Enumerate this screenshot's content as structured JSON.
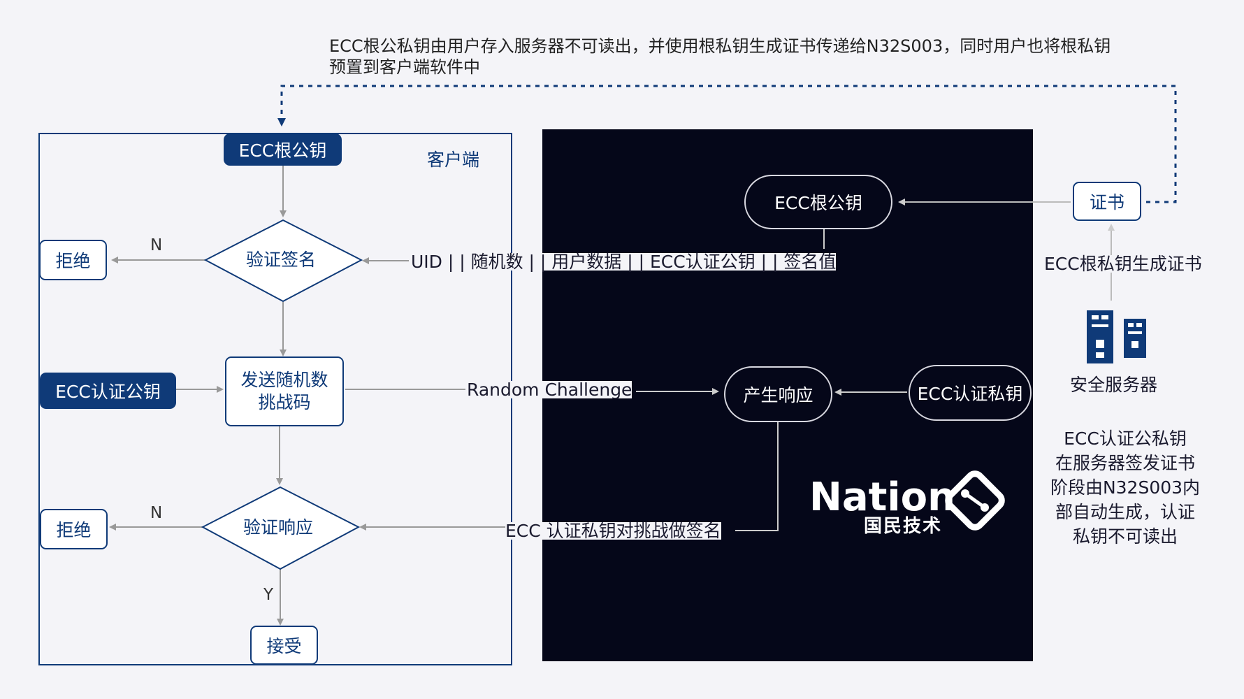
{
  "top_note": {
    "line1": "ECC根公私钥由用户存入服务器不可读出，并使用根私钥生成证书传递给N32S003，同时用户也将根私钥",
    "line2": "预置到客户端软件中"
  },
  "client": {
    "title": "客户端",
    "root_pubkey": "ECC根公钥",
    "verify_sig": "验证签名",
    "reject1": "拒绝",
    "n1": "N",
    "auth_pubkey": "ECC认证公钥",
    "send_challenge_line1": "发送随机数",
    "send_challenge_line2": "挑战码",
    "verify_resp": "验证响应",
    "reject2": "拒绝",
    "n2": "N",
    "y": "Y",
    "accept": "接受"
  },
  "flows": {
    "uid_data": "UID | | 随机数 | | 用户数据 | | ECC认证公钥 | | 签名值",
    "random_challenge": "Random Challenge",
    "sign_challenge": "ECC 认证私钥对挑战做签名"
  },
  "device": {
    "root_pubkey": "ECC根公钥",
    "gen_response": "产生响应",
    "auth_privkey": "ECC认证私钥",
    "logo_text": "Nation",
    "logo_cn": "国民技术"
  },
  "server": {
    "cert": "证书",
    "gen_cert": "ECC根私钥生成证书",
    "name": "安全服务器",
    "note": [
      "ECC认证公私钥",
      "在服务器签发证书",
      "阶段由N32S003内",
      "部自动生成，认证",
      "私钥不可读出"
    ]
  },
  "colors": {
    "primary": "#0f3a78",
    "dark_panel": "#050719",
    "background": "#f4f4f8",
    "connector": "#999999"
  }
}
